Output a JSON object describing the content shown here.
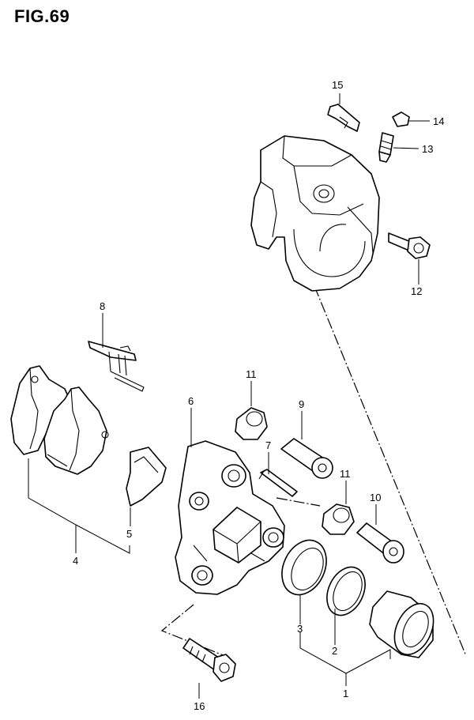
{
  "figure": {
    "title": "FIG.69"
  },
  "callouts": {
    "c1": "1",
    "c2": "2",
    "c3": "3",
    "c4": "4",
    "c5": "5",
    "c6": "6",
    "c7": "7",
    "c8": "8",
    "c9": "9",
    "c10": "10",
    "c11a": "11",
    "c11b": "11",
    "c12": "12",
    "c13": "13",
    "c14": "14",
    "c15": "15",
    "c16": "16"
  }
}
